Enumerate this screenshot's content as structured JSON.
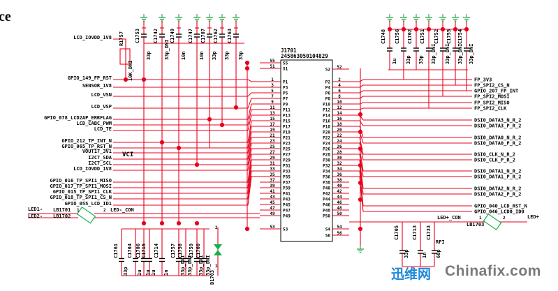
{
  "header": {
    "partial_title": "ce"
  },
  "connector": {
    "ref": "J1701",
    "part": "245863050104829",
    "left_pins": [
      {
        "name": "S5",
        "num": "55"
      },
      {
        "name": "S1",
        "num": "51"
      },
      {
        "name": "P1",
        "num": "1"
      },
      {
        "name": "P3",
        "num": "3"
      },
      {
        "name": "P5",
        "num": "5"
      },
      {
        "name": "P7",
        "num": "7"
      },
      {
        "name": "P9",
        "num": "9"
      },
      {
        "name": "P11",
        "num": "11"
      },
      {
        "name": "P13",
        "num": "13"
      },
      {
        "name": "P15",
        "num": "15"
      },
      {
        "name": "P17",
        "num": "17"
      },
      {
        "name": "P19",
        "num": "19"
      },
      {
        "name": "P21",
        "num": "21"
      },
      {
        "name": "P23",
        "num": "23"
      },
      {
        "name": "P25",
        "num": "25"
      },
      {
        "name": "P27",
        "num": "27"
      },
      {
        "name": "P29",
        "num": "29"
      },
      {
        "name": "P31",
        "num": "31"
      },
      {
        "name": "P33",
        "num": "33"
      },
      {
        "name": "P35",
        "num": "35"
      },
      {
        "name": "P37",
        "num": "37"
      },
      {
        "name": "P39",
        "num": "39"
      },
      {
        "name": "P41",
        "num": "41"
      },
      {
        "name": "P43",
        "num": "43"
      },
      {
        "name": "P45",
        "num": "45"
      },
      {
        "name": "P47",
        "num": "47"
      },
      {
        "name": "P49",
        "num": "49"
      },
      {
        "name": "S3",
        "num": "53"
      }
    ],
    "right_pins": [
      {
        "name": "S2",
        "num": "52"
      },
      {
        "name": "P2",
        "num": "2"
      },
      {
        "name": "P4",
        "num": "4"
      },
      {
        "name": "P6",
        "num": "6"
      },
      {
        "name": "P8",
        "num": "8"
      },
      {
        "name": "P10",
        "num": "10"
      },
      {
        "name": "P12",
        "num": "12"
      },
      {
        "name": "P14",
        "num": "14"
      },
      {
        "name": "P16",
        "num": "16"
      },
      {
        "name": "P18",
        "num": "18"
      },
      {
        "name": "P20",
        "num": "20"
      },
      {
        "name": "P22",
        "num": "22"
      },
      {
        "name": "P24",
        "num": "24"
      },
      {
        "name": "P26",
        "num": "26"
      },
      {
        "name": "P28",
        "num": "28"
      },
      {
        "name": "P30",
        "num": "30"
      },
      {
        "name": "P32",
        "num": "32"
      },
      {
        "name": "P34",
        "num": "34"
      },
      {
        "name": "P36",
        "num": "36"
      },
      {
        "name": "P38",
        "num": "38"
      },
      {
        "name": "P40",
        "num": "40"
      },
      {
        "name": "P42",
        "num": "42"
      },
      {
        "name": "P44",
        "num": "44"
      },
      {
        "name": "P46",
        "num": "46"
      },
      {
        "name": "P48",
        "num": "48"
      },
      {
        "name": "P50",
        "num": "50"
      },
      {
        "name": "S4",
        "num": "54"
      },
      {
        "name": "S6",
        "num": "56"
      }
    ]
  },
  "left_nets": [
    "LCD_IOVDD_1V8",
    "GPIO_149_FP_RST",
    "SENSOR_1V8",
    "LCD_VSN",
    "LCD_VSP",
    "GPIO_078_LCD2AP_ERRFLAG",
    "LCD_CABC_PWM",
    "LCD_TE",
    "GPIO_212_TP_INT_N",
    "GPIO_065_TP_RST_N",
    "VOUT17_3V1",
    "I2C7_SDA",
    "I2C7_SCL",
    "LCD_IOVDD_1V8",
    "GPIO_016_TP_SPI1_MISO",
    "GPIO_017_TP_SPI1_MOSI",
    "GPIO_015_TP_SPI1_CLK",
    "GPIO_018_TP_SPI1_CS_N",
    "GPIO_055_LCD_ID1"
  ],
  "vci_label": "VCI",
  "right_nets": [
    "FP_3V3",
    "FP_SPI2_CS_N",
    "GPIO_207_FP_INT",
    "FP_SPI2_MOSI",
    "FP_SPI2_MISO",
    "FP_SPI2_CLK",
    "DSI0_DATA3_N_R_2",
    "DSI0_DATA3_P_R_2",
    "DSI0_DATA0_N_R_2",
    "DSI0_DATA0_P_R_2",
    "DSI0_CLK_N_R_2",
    "DSI0_CLK_P_R_2",
    "DSI0_DATA1_N_R_2",
    "DSI0_DATA1_P_R_2",
    "DSI0_DATA2_N_R_2",
    "DSI0_DATA2_P_R_2",
    "GPIO_040_LCD_RST_N",
    "GPIO_046_LCD0_ID0"
  ],
  "top_left_caps": [
    {
      "ref": "C1753",
      "val": "33p"
    },
    {
      "ref": "C1742",
      "val": "33p_DNI"
    },
    {
      "ref": "C1749",
      "val": "10n"
    },
    {
      "ref": "C1747",
      "val": "10n"
    },
    {
      "ref": "C1707",
      "val": "33p"
    },
    {
      "ref": "C1762",
      "val": "33p"
    },
    {
      "ref": "C1763",
      "val": "33p"
    }
  ],
  "resistor": {
    "ref": "R1757",
    "val": "10K_DNI"
  },
  "top_right_caps": [
    {
      "ref": "C1748",
      "val": "1u"
    },
    {
      "ref": "C1756",
      "val": "33p"
    },
    {
      "ref": "C1702",
      "val": "33p"
    },
    {
      "ref": "C1751",
      "val": "33p_DNI"
    },
    {
      "ref": "C1752",
      "val": "33p_DNI"
    },
    {
      "ref": "C1755",
      "val": "33p_DNI"
    },
    {
      "ref": "C1754",
      "val": "33p_DNI"
    }
  ],
  "bottom_left_caps": [
    {
      "ref": "C1761",
      "val": "33p"
    },
    {
      "ref": "C1704",
      "val": "1u"
    },
    {
      "ref": "C1706",
      "val": "1u"
    },
    {
      "ref": "C1715",
      "val": "1u"
    },
    {
      "ref": "C1714",
      "val": "1n"
    },
    {
      "ref": "C1757",
      "val": "33p_DNI"
    },
    {
      "ref": "C1758",
      "val": "33p_DNI"
    },
    {
      "ref": "C1759",
      "val": "33p_DNI"
    },
    {
      "ref": "C1760",
      "val": "33p_DNI"
    }
  ],
  "bottom_right_caps": [
    {
      "ref": "C1705",
      "val": "33p"
    },
    {
      "ref": "C1713",
      "val": "1n"
    },
    {
      "ref": "C1733",
      "val": "68p"
    }
  ],
  "rfi_label": "RFI",
  "diode": {
    "ref": "D1703",
    "pin1": "1",
    "pin2": "2"
  },
  "bead_left": [
    {
      "net": "LED1-",
      "ref": "LB1701",
      "pin1": "1",
      "pin2": "2",
      "out": "LED-_CON"
    },
    {
      "net": "LED2-",
      "ref": "LB1702"
    }
  ],
  "bead_right": {
    "net": "LED+_CON",
    "ref": "LB1703",
    "pin1": "1",
    "pin2": "2",
    "out": "LED+"
  },
  "watermark": {
    "cn": "迅维网",
    "en": "Chinafix.com"
  },
  "colors": {
    "wire": "#e8001c",
    "ink": "#000000",
    "gnd": "#1a9c3a",
    "diode": "#16b04f",
    "node": "#e8001c"
  }
}
